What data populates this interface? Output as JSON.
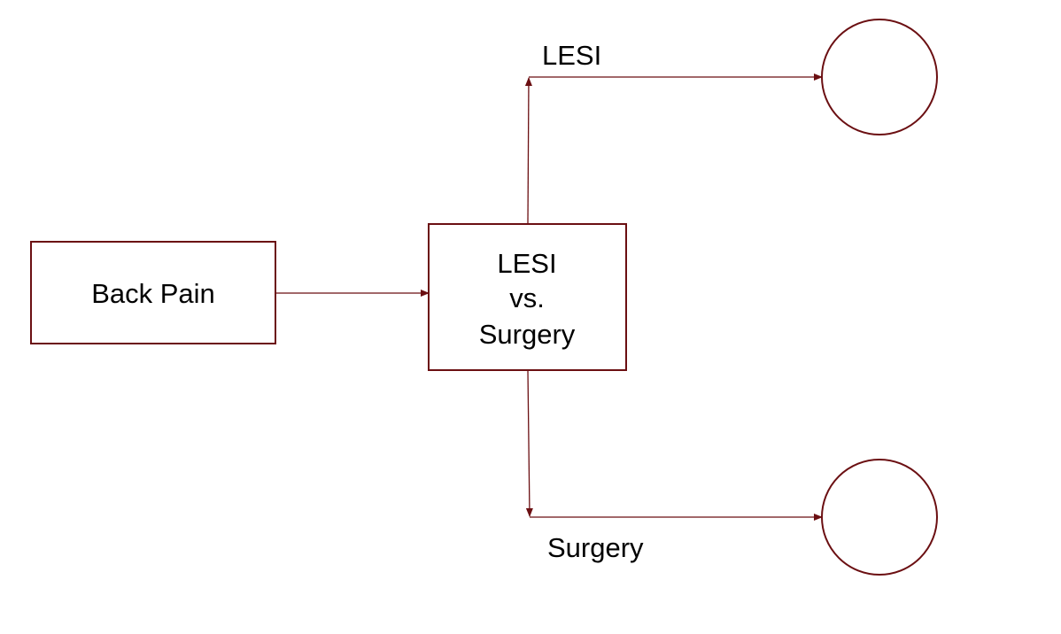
{
  "colors": {
    "stroke": "#6b0f12",
    "text": "#000000",
    "background": "#ffffff"
  },
  "nodes": {
    "back_pain": {
      "label": "Back Pain"
    },
    "decision": {
      "lines": [
        "LESI",
        "vs.",
        "Surgery"
      ]
    },
    "outcome_lesi": {
      "label": ""
    },
    "outcome_surgery": {
      "label": ""
    }
  },
  "edges": {
    "lesi_branch": {
      "label": "LESI"
    },
    "surgery_branch": {
      "label": "Surgery"
    }
  }
}
